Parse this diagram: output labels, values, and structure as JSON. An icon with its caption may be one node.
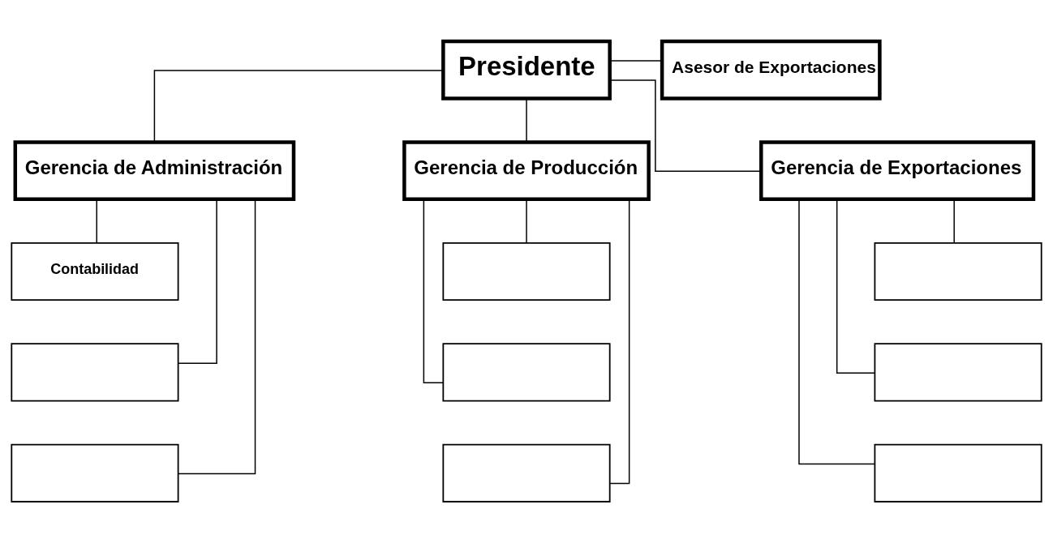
{
  "diagram": {
    "nodes": [
      {
        "text": [
          "Presidente"
        ]
      },
      {
        "text": [
          "Asesor de Exportaciones"
        ]
      },
      {
        "text": [
          "Gerencia de Administración"
        ]
      },
      {
        "text": [
          "Gerencia de Producción"
        ]
      },
      {
        "text": [
          "Gerencia de Exportaciones"
        ]
      },
      {
        "text": [
          "Contabilidad"
        ]
      },
      {
        "text": [],
        "shape": "box"
      },
      {
        "text": [],
        "shape": "box"
      },
      {
        "text": [],
        "shape": "box"
      },
      {
        "text": [],
        "shape": "box"
      },
      {
        "text": [],
        "shape": "box"
      },
      {
        "text": [],
        "shape": "box"
      },
      {
        "text": [],
        "shape": "box"
      },
      {
        "text": [],
        "shape": "box"
      }
    ],
    "edges": [
      {
        "from": 0,
        "to": 1,
        "arrow": "none"
      },
      {
        "from": 0,
        "to": 2,
        "arrow": "none"
      },
      {
        "from": 0,
        "to": 3,
        "arrow": "none"
      },
      {
        "from": 0,
        "to": 4,
        "arrow": "none"
      },
      {
        "from": 2,
        "to": 5,
        "arrow": "none"
      },
      {
        "from": 2,
        "to": 6,
        "arrow": "none"
      },
      {
        "from": 2,
        "to": 7,
        "arrow": "none"
      },
      {
        "from": 3,
        "to": 8,
        "arrow": "none"
      },
      {
        "from": 3,
        "to": 9,
        "arrow": "none"
      },
      {
        "from": 3,
        "to": 10,
        "arrow": "none"
      },
      {
        "from": 4,
        "to": 11,
        "arrow": "none"
      },
      {
        "from": 4,
        "to": 12,
        "arrow": "none"
      },
      {
        "from": 4,
        "to": 13,
        "arrow": "none"
      }
    ]
  }
}
